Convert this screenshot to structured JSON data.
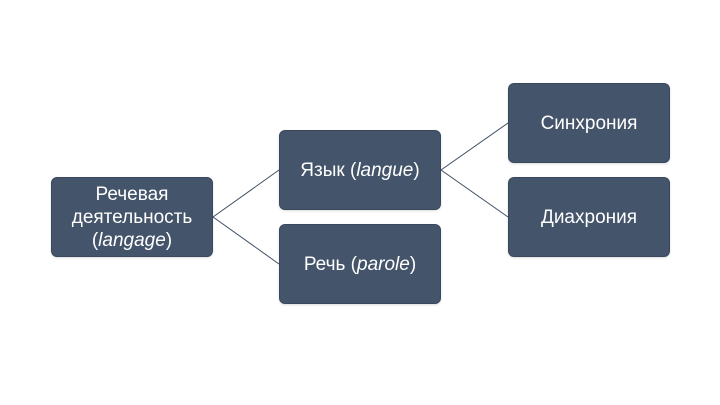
{
  "colors": {
    "node_fill": "#44546a",
    "node_text": "#ffffff",
    "connector": "#3f4e63"
  },
  "nodes": {
    "speech_activity": {
      "line1": "Речевая",
      "line2": "деятельность",
      "open": "(",
      "term": "langage",
      "close": ")"
    },
    "language": {
      "text": "Язык (",
      "term": "langue",
      "close": ")"
    },
    "speech": {
      "text": "Речь (",
      "term": "parole",
      "close": ")"
    },
    "synchrony": {
      "text": "Синхрония"
    },
    "diachrony": {
      "text": "Диахрония"
    }
  }
}
